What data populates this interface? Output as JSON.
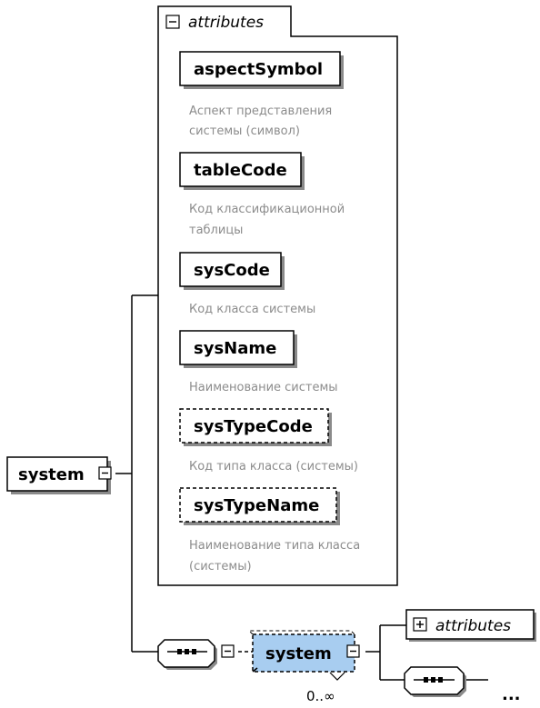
{
  "root": {
    "label": "system"
  },
  "attributes_group": {
    "title": "attributes",
    "items": [
      {
        "name": "aspectSymbol",
        "required": true,
        "doc": [
          "Аспект представления",
          "системы (символ)"
        ]
      },
      {
        "name": "tableCode",
        "required": true,
        "doc": [
          "Код классификационной",
          "таблицы"
        ]
      },
      {
        "name": "sysCode",
        "required": true,
        "doc": [
          "Код класса системы"
        ]
      },
      {
        "name": "sysName",
        "required": true,
        "doc": [
          "Наименование системы"
        ]
      },
      {
        "name": "sysTypeCode",
        "required": false,
        "doc": [
          "Код типа класса (системы)"
        ]
      },
      {
        "name": "sysTypeName",
        "required": false,
        "doc": [
          "Наименование типа класса",
          "(системы)"
        ]
      }
    ]
  },
  "child": {
    "label": "system",
    "occurrence": "0..∞"
  },
  "child_attributes": {
    "title": "attributes"
  },
  "more": {
    "label": "..."
  },
  "colors": {
    "selected_fill": "#a8cdf0",
    "shadow": "#8a8a8a",
    "doc_text": "#8c8c8c"
  }
}
